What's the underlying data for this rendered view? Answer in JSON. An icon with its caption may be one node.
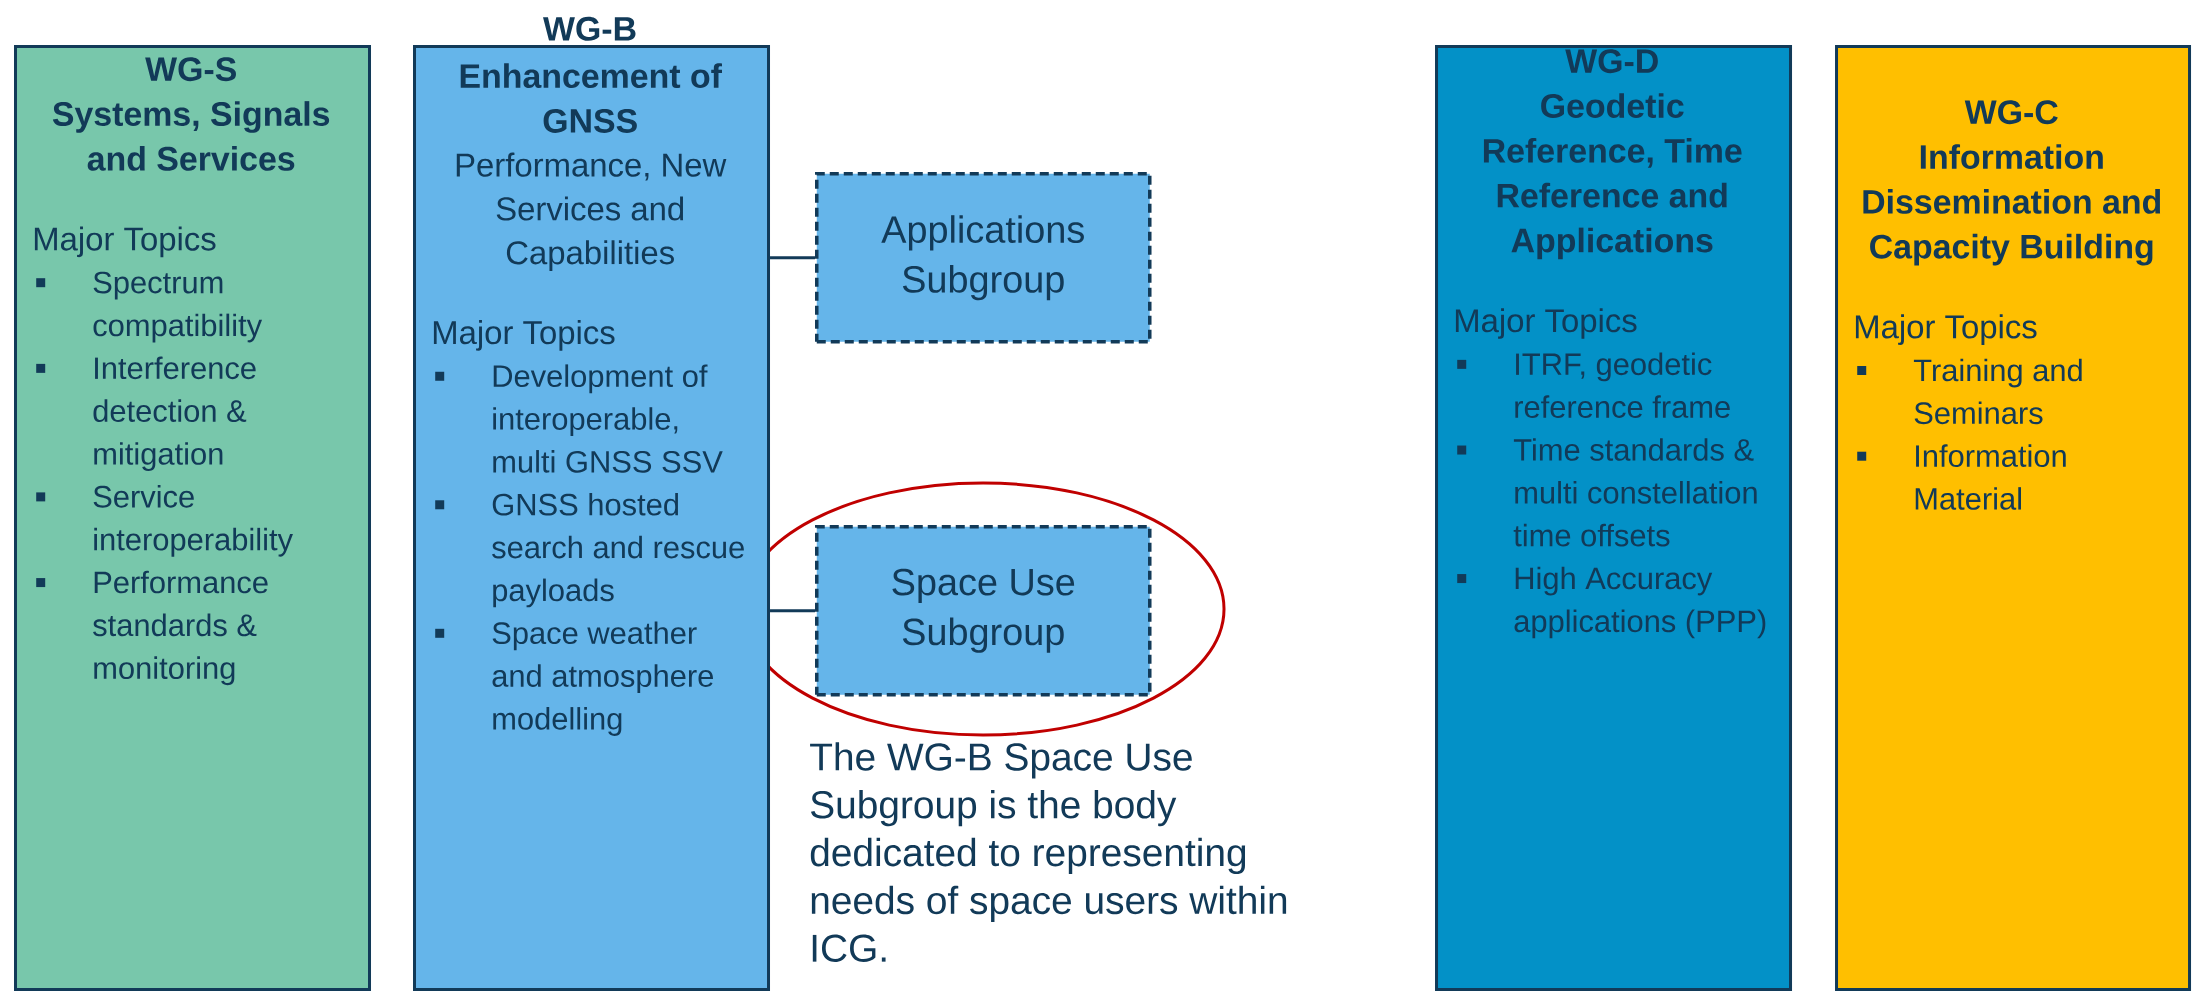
{
  "diagram": {
    "nodes": [
      {
        "text": [
          "WG-S",
          "Systems, Signals and Services",
          "Major Topics",
          "Spectrum compatibility",
          "Interference detection & mitigation",
          "Service interoperability",
          "Performance standards & monitoring"
        ]
      },
      {
        "text": [
          "WG-B",
          "Enhancement of GNSS",
          "Performance, New Services and Capabilities",
          "Major Topics",
          "Development of interoperable, multi GNSS SSV",
          "GNSS hosted search and rescue payloads",
          "Space weather and atmosphere modelling"
        ]
      },
      {
        "text": [
          "Applications Subgroup"
        ]
      },
      {
        "text": [
          "Space Use Subgroup"
        ]
      },
      {
        "text": [
          "WG-D",
          "Geodetic Reference, Time Reference and Applications",
          "Major Topics",
          "ITRF, geodetic reference frame",
          "Time standards & multi constellation time offsets",
          "High Accuracy applications (PPP)"
        ]
      },
      {
        "text": [
          "WG-C",
          "Information Dissemination and Capacity Building",
          "Major Topics",
          "Training and Seminars",
          "Information Material"
        ]
      }
    ],
    "edges": [
      {
        "from": 1,
        "to": 2,
        "arrow": "none"
      },
      {
        "from": 1,
        "to": 3,
        "arrow": "none"
      }
    ],
    "labels": [
      "The WG-B Space Use Subgroup is the body dedicated to representing needs of space users within ICG."
    ]
  }
}
